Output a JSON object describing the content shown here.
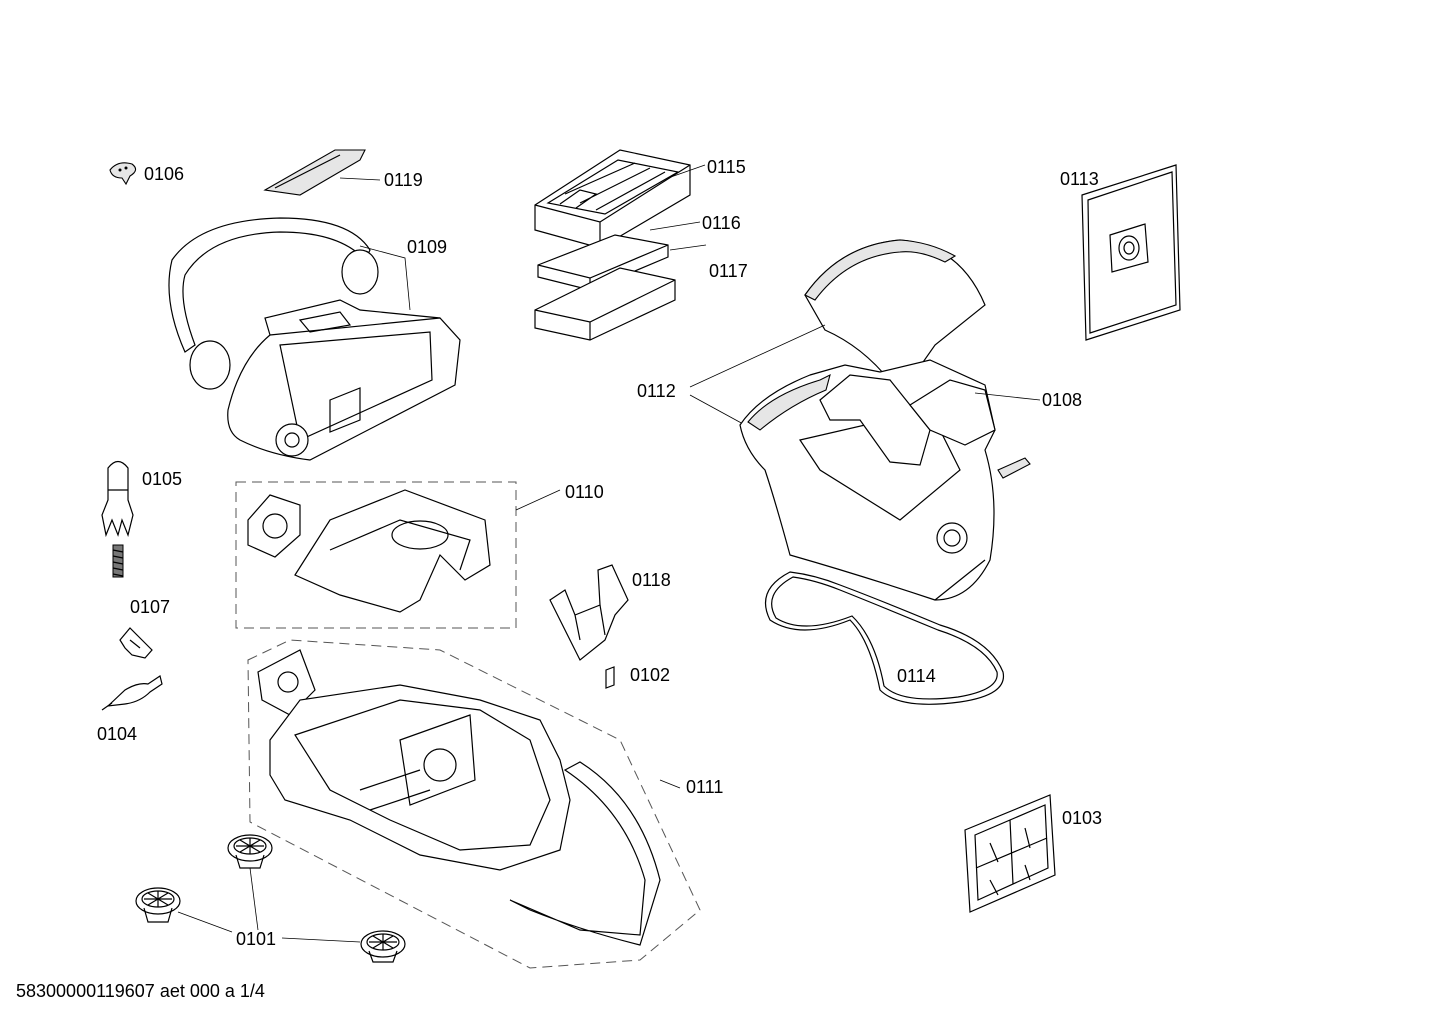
{
  "labels": {
    "p0106": "0106",
    "p0119": "0119",
    "p0109": "0109",
    "p0115": "0115",
    "p0116": "0116",
    "p0117": "0117",
    "p0113": "0113",
    "p0112": "0112",
    "p0108": "0108",
    "p0105": "0105",
    "p0110": "0110",
    "p0118": "0118",
    "p0107": "0107",
    "p0102": "0102",
    "p0114": "0114",
    "p0104": "0104",
    "p0111": "0111",
    "p0103": "0103",
    "p0101": "0101"
  },
  "footer": {
    "code": "58300000119607 aet 000 a 1/4"
  }
}
